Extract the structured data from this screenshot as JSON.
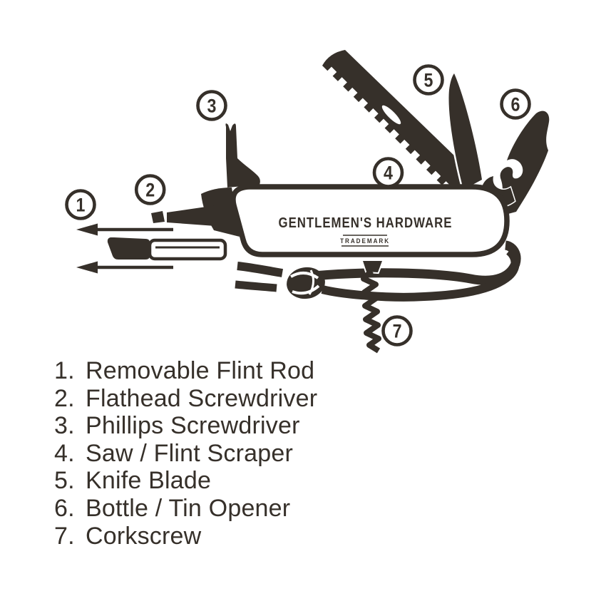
{
  "colors": {
    "ink": "#36302a",
    "background": "#ffffff"
  },
  "knife": {
    "brand": "GENTLEMEN'S HARDWARE",
    "trademark_label": "TRADEMARK"
  },
  "tools": [
    {
      "id": "1",
      "prefix": "1.",
      "label": "Removable Flint Rod"
    },
    {
      "id": "2",
      "prefix": "2.",
      "label": "Flathead Screwdriver"
    },
    {
      "id": "3",
      "prefix": "3.",
      "label": "Phillips Screwdriver"
    },
    {
      "id": "4",
      "prefix": "4.",
      "label": "Saw / Flint Scraper"
    },
    {
      "id": "5",
      "prefix": "5.",
      "label": "Knife Blade"
    },
    {
      "id": "6",
      "prefix": "6.",
      "label": "Bottle / Tin Opener"
    },
    {
      "id": "7",
      "prefix": "7.",
      "label": "Corkscrew"
    }
  ]
}
